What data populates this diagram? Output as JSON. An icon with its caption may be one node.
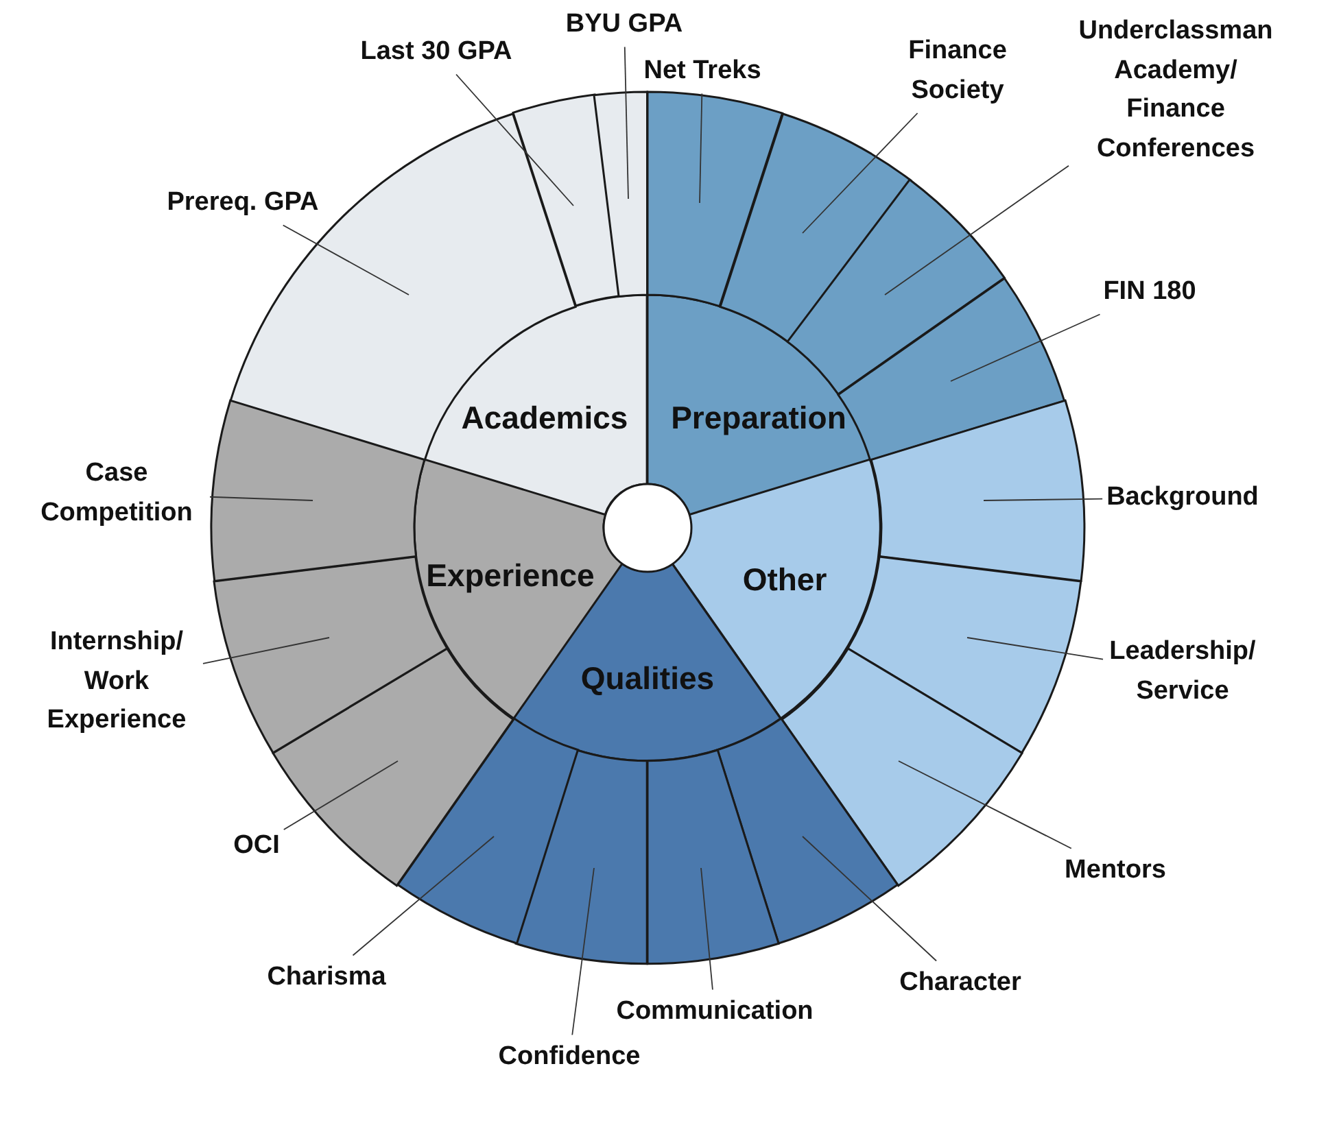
{
  "diagram": {
    "nodes": [
      {
        "text": [
          "Academics"
        ]
      },
      {
        "text": [
          "Preparation"
        ]
      },
      {
        "text": [
          "Other"
        ]
      },
      {
        "text": [
          "Qualities"
        ]
      },
      {
        "text": [
          "Experience"
        ]
      },
      {
        "text": [
          "Prereq. GPA"
        ]
      },
      {
        "text": [],
        "shape": "box"
      },
      {
        "text": [
          "Last 30 GPA"
        ]
      },
      {
        "text": [],
        "shape": "box"
      },
      {
        "text": [
          "BYU GPA"
        ]
      },
      {
        "text": [],
        "shape": "box"
      },
      {
        "text": [
          "Net Treks"
        ]
      },
      {
        "text": [],
        "shape": "box"
      },
      {
        "text": [
          "Finance Society"
        ]
      },
      {
        "text": [],
        "shape": "box"
      },
      {
        "text": [
          "Underclassman Academy/ Finance Conferences"
        ]
      },
      {
        "text": [],
        "shape": "box"
      },
      {
        "text": [
          "FIN 180"
        ]
      },
      {
        "text": [],
        "shape": "box"
      },
      {
        "text": [
          "Background"
        ]
      },
      {
        "text": [],
        "shape": "box"
      },
      {
        "text": [
          "Leadership/ Service"
        ]
      },
      {
        "text": [],
        "shape": "box"
      },
      {
        "text": [
          "Mentors"
        ]
      },
      {
        "text": [],
        "shape": "box"
      },
      {
        "text": [
          "Character"
        ]
      },
      {
        "text": [],
        "shape": "box"
      },
      {
        "text": [
          "Communication"
        ]
      },
      {
        "text": [],
        "shape": "box"
      },
      {
        "text": [
          "Confidence"
        ]
      },
      {
        "text": [],
        "shape": "box"
      },
      {
        "text": [
          "Charisma"
        ]
      },
      {
        "text": [],
        "shape": "box"
      },
      {
        "text": [
          "OCI"
        ]
      },
      {
        "text": [],
        "shape": "box"
      },
      {
        "text": [
          "Internship/ Work Experience"
        ]
      },
      {
        "text": [],
        "shape": "box"
      },
      {
        "text": [
          "Case Competition"
        ]
      },
      {
        "text": [],
        "shape": "box"
      }
    ],
    "edges": [
      {
        "from": 5,
        "to": 6,
        "arrow": "none"
      },
      {
        "from": 7,
        "to": 8,
        "arrow": "none"
      },
      {
        "from": 9,
        "to": 10,
        "arrow": "none"
      },
      {
        "from": 11,
        "to": 12,
        "arrow": "none"
      },
      {
        "from": 13,
        "to": 14,
        "arrow": "none"
      },
      {
        "from": 15,
        "to": 16,
        "arrow": "none"
      },
      {
        "from": 17,
        "to": 18,
        "arrow": "none"
      },
      {
        "from": 19,
        "to": 20,
        "arrow": "none"
      },
      {
        "from": 21,
        "to": 22,
        "arrow": "none"
      },
      {
        "from": 23,
        "to": 24,
        "arrow": "none"
      },
      {
        "from": 25,
        "to": 26,
        "arrow": "none"
      },
      {
        "from": 27,
        "to": 28,
        "arrow": "none"
      },
      {
        "from": 29,
        "to": 30,
        "arrow": "none"
      },
      {
        "from": 31,
        "to": 32,
        "arrow": "none"
      },
      {
        "from": 33,
        "to": 34,
        "arrow": "none"
      },
      {
        "from": 35,
        "to": 36,
        "arrow": "none"
      },
      {
        "from": 37,
        "to": 38,
        "arrow": "none"
      }
    ]
  }
}
